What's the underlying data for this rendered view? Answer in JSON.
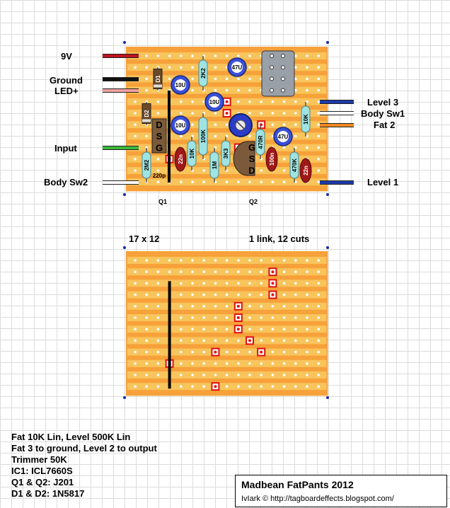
{
  "top_labels": {
    "v9": "9V",
    "ground": "Ground",
    "led": "LED+",
    "input": "Input",
    "body_sw2": "Body Sw2",
    "level3": "Level 3",
    "body_sw1": "Body Sw1",
    "fat2": "Fat 2",
    "level1": "Level 1",
    "q1": "Q1",
    "q2": "Q2"
  },
  "components": {
    "d1": "D1",
    "d2": "D2",
    "r_2k2": "2K2",
    "r_100k": "100K",
    "r_10k_a": "10K",
    "r_1m": "1M",
    "r_3k3": "3K3",
    "r_470r": "470R",
    "r_10k_b": "10K",
    "r_470k": "470K",
    "r_2m2": "2M2",
    "c_47u_a": "47U",
    "c_47u_b": "47U",
    "c_10u_a": "10U",
    "c_10u_b": "10U",
    "c_10u_c": "10U",
    "c_22n_a": "22n",
    "c_22n_b": "22n",
    "c_100n": "100n",
    "c_220p": "220p",
    "q1_pins": [
      "D",
      "S",
      "G"
    ],
    "q2_pins": [
      "G",
      "S",
      "D"
    ]
  },
  "bottom": {
    "size": "17 x 12",
    "summary": "1 link, 12 cuts"
  },
  "notes": [
    "Fat 10K Lin, Level 500K Lin",
    "Fat 3 to ground, Level 2 to output",
    "Trimmer 50K",
    "IC1: ICL7660S",
    "Q1 & Q2: J201",
    "D1 & D2: 1N5817"
  ],
  "title": "Madbean FatPants 2012",
  "credit": "IvIark © http://tagboardeffects.blogspot.com/",
  "colors": {
    "board": "#f7a13a",
    "strip": "#f8c45c",
    "cut": "#e01010",
    "wire_red": "#c0141e",
    "wire_black": "#111111",
    "wire_pink": "#f0a0a0",
    "wire_green": "#3cb83c",
    "wire_blue": "#1e3aa8",
    "wire_orange": "#f08a20",
    "resistor": "#9fe3e3",
    "electrolytic": "#3a4fd8",
    "film_cap": "#a01818"
  }
}
